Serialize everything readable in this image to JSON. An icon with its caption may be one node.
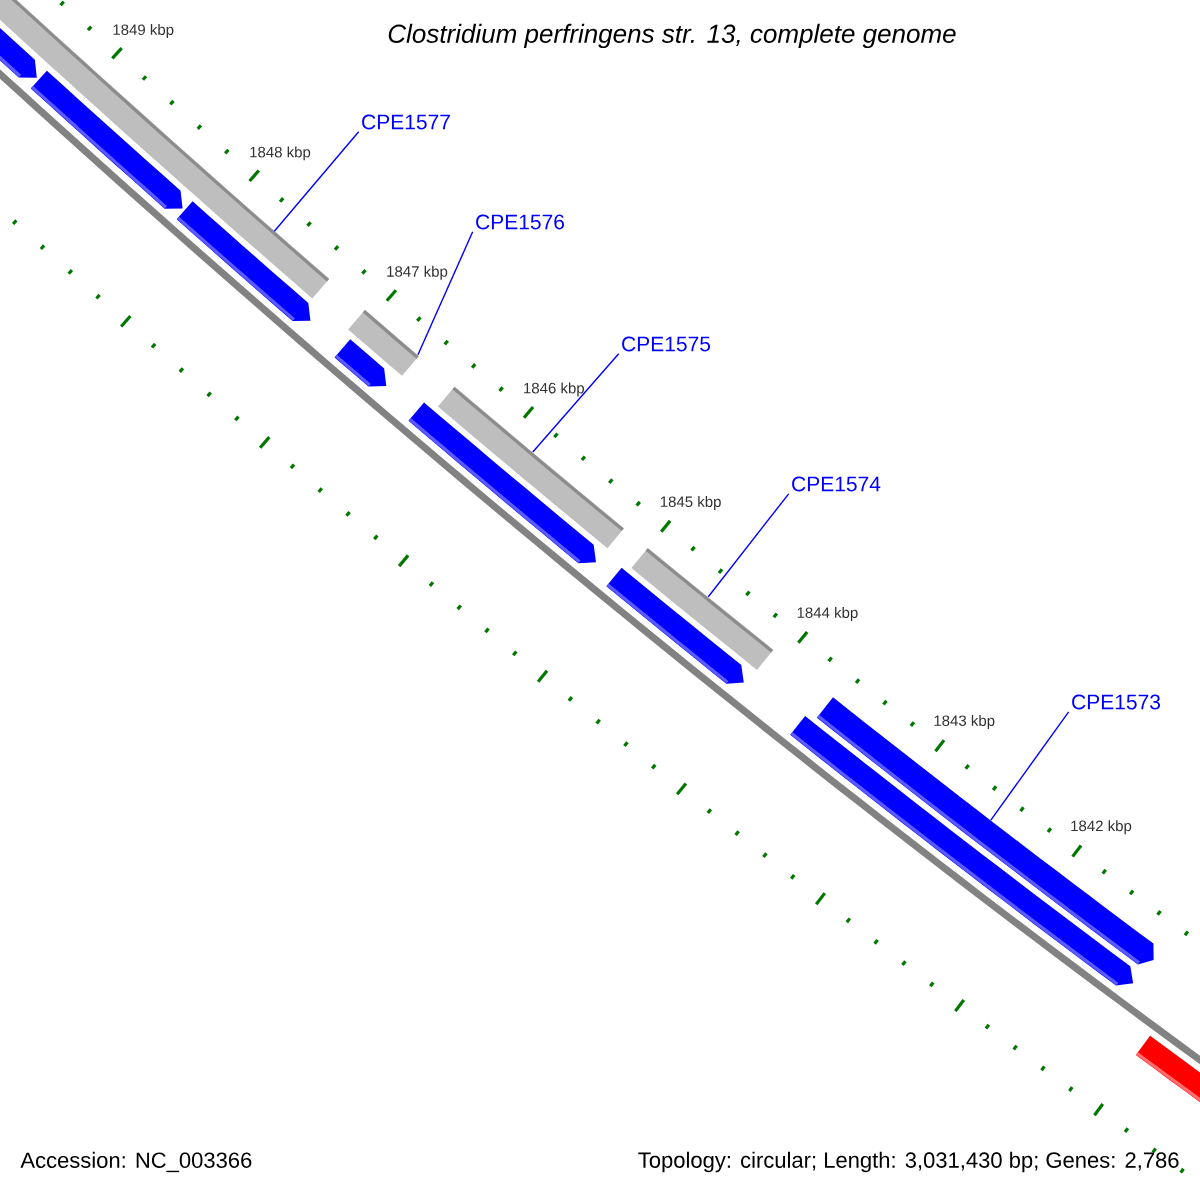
{
  "diagram": {
    "title": "Clostridium perfringens str. 13, complete genome",
    "nodes": [
      {
        "text": [
          "CPE1577"
        ]
      },
      {
        "text": [
          "CPE1576"
        ]
      },
      {
        "text": [
          "CPE1575"
        ]
      },
      {
        "text": [
          "CPE1574"
        ]
      },
      {
        "text": [
          "CPE1573"
        ]
      },
      {
        "text": [],
        "shape": "bar"
      },
      {
        "text": [],
        "shape": "bar"
      },
      {
        "text": [],
        "shape": "bar"
      },
      {
        "text": [],
        "shape": "bar"
      },
      {
        "text": [],
        "shape": "bar"
      }
    ],
    "edges": [
      {
        "from": 0,
        "to": 5,
        "arrow": "none"
      },
      {
        "from": 1,
        "to": 6,
        "arrow": "none"
      },
      {
        "from": 2,
        "to": 7,
        "arrow": "none"
      },
      {
        "from": 3,
        "to": 8,
        "arrow": "none"
      },
      {
        "from": 4,
        "to": 9,
        "arrow": "none"
      }
    ],
    "labels": [
      "1849 kbp",
      "1848 kbp",
      "1847 kbp",
      "1846 kbp",
      "1845 kbp",
      "1844 kbp",
      "1843 kbp",
      "1842 kbp",
      "Accession: NC_003366",
      "Topology: circular; Length: 3,031,430 bp; Genes: 2,786"
    ]
  }
}
